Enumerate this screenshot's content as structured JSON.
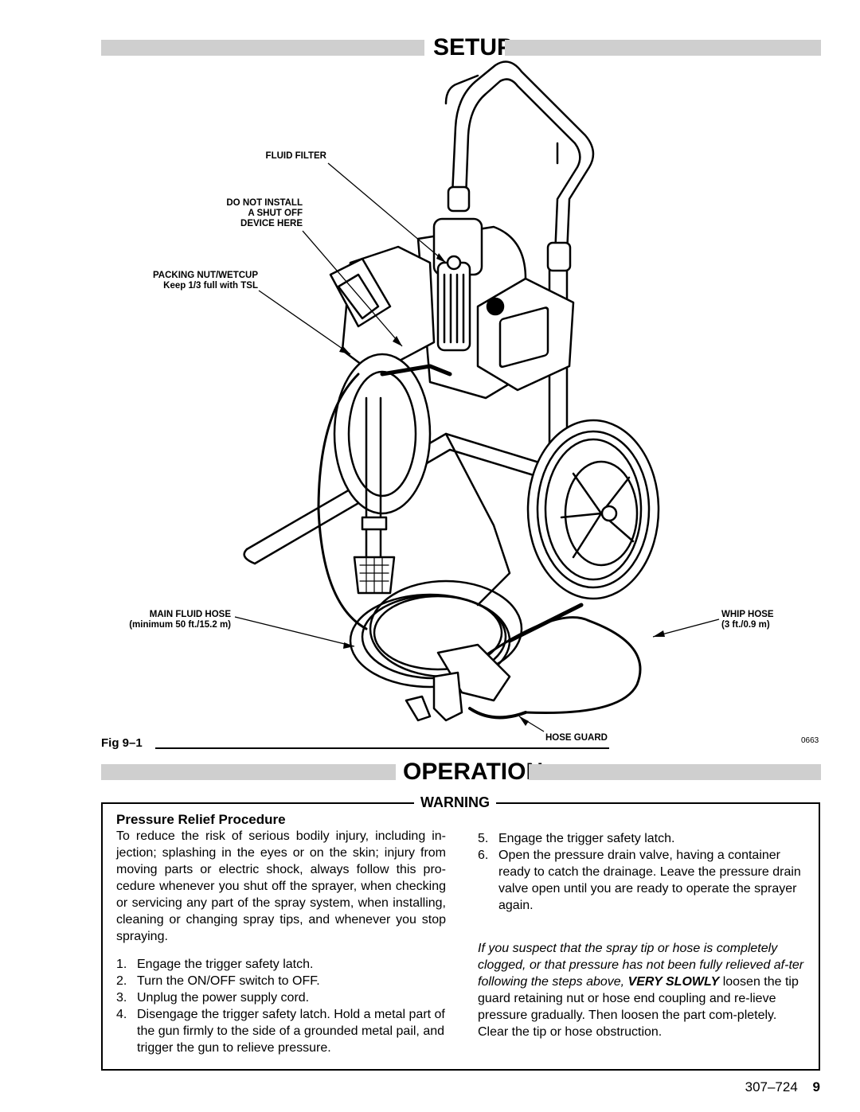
{
  "setup": {
    "title": "SETUP"
  },
  "figure": {
    "label": "Fig 9–1",
    "code": "0663",
    "callouts": {
      "fluid_filter": "FLUID FILTER",
      "do_not_install": [
        "DO NOT INSTALL",
        "A SHUT OFF",
        "DEVICE HERE"
      ],
      "packing_nut": [
        "PACKING NUT/WETCUP",
        "Keep 1/3 full with TSL"
      ],
      "main_fluid_hose": [
        "MAIN FLUID HOSE",
        "(minimum 50 ft./15.2 m)"
      ],
      "whip_hose": [
        "WHIP HOSE",
        "(3 ft./0.9 m)"
      ],
      "hose_guard": "HOSE GUARD"
    }
  },
  "operation": {
    "title": "OPERATION"
  },
  "warning": {
    "label": "WARNING",
    "heading": "Pressure Relief Procedure",
    "intro": "To reduce the risk of serious bodily injury, including in-jection; splashing in the eyes or on the skin; injury from moving parts or electric shock, always follow this pro-cedure whenever you shut off the sprayer, when checking or servicing any part of the spray system, when installing, cleaning or changing spray tips, and whenever you stop spraying.",
    "steps_left": [
      {
        "num": "1.",
        "text": "Engage the trigger safety latch."
      },
      {
        "num": "2.",
        "text": "Turn the ON/OFF switch to OFF."
      },
      {
        "num": "3.",
        "text": "Unplug the power supply cord."
      },
      {
        "num": "4.",
        "text": "Disengage the trigger safety latch. Hold a metal part of the gun firmly to the side of a grounded metal pail, and trigger the gun to relieve pressure."
      }
    ],
    "steps_right": [
      {
        "num": "5.",
        "text": "Engage the trigger safety latch."
      },
      {
        "num": "6.",
        "text": "Open the pressure drain valve, having a container ready to catch the drainage. Leave the pressure drain valve open until you are ready to operate the sprayer again."
      }
    ],
    "note_italic": "If you suspect that the spray tip or hose is completely clogged, or that pressure has not been fully relieved af-ter following the steps above, ",
    "note_bold": "VERY SLOWLY",
    "note_rest": " loosen the tip guard retaining nut or hose end coupling and re-lieve pressure gradually. Then loosen the part com-pletely. Clear the tip or hose obstruction."
  },
  "footer": {
    "doc_number": "307–724",
    "page": "9"
  }
}
